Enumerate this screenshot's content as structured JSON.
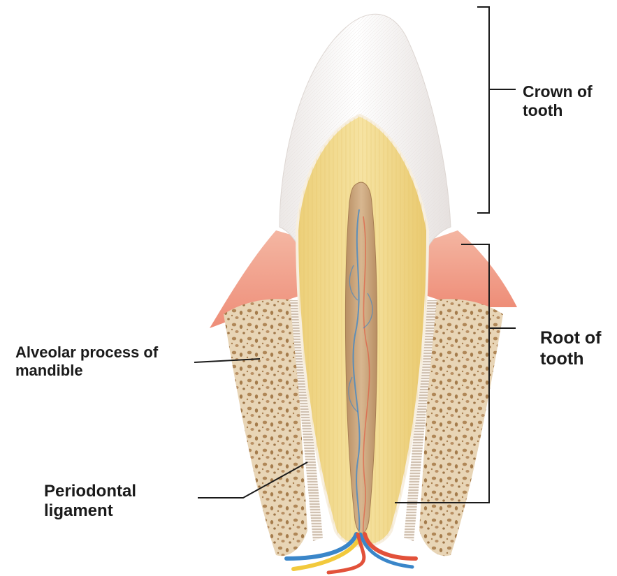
{
  "labels": {
    "crown": {
      "line1": "Crown of",
      "line2": "tooth"
    },
    "root": {
      "line1": "Root of",
      "line2": "tooth"
    },
    "alveolar": {
      "line1": "Alveolar process of",
      "line2": "mandible"
    },
    "periodontal": {
      "line1": "Periodontal",
      "line2": "ligament"
    }
  },
  "colors": {
    "enamel": "#fbf9f7",
    "dentin": "#f1d98a",
    "pulp": "#c9a27a",
    "gum": "#f2a28e",
    "bone": "#e5cfae",
    "bone_pore": "#b38a5b",
    "artery": "#e2513a",
    "vein": "#3a86c9",
    "nerve": "#f2c93c",
    "leader": "#1a1a1a"
  }
}
